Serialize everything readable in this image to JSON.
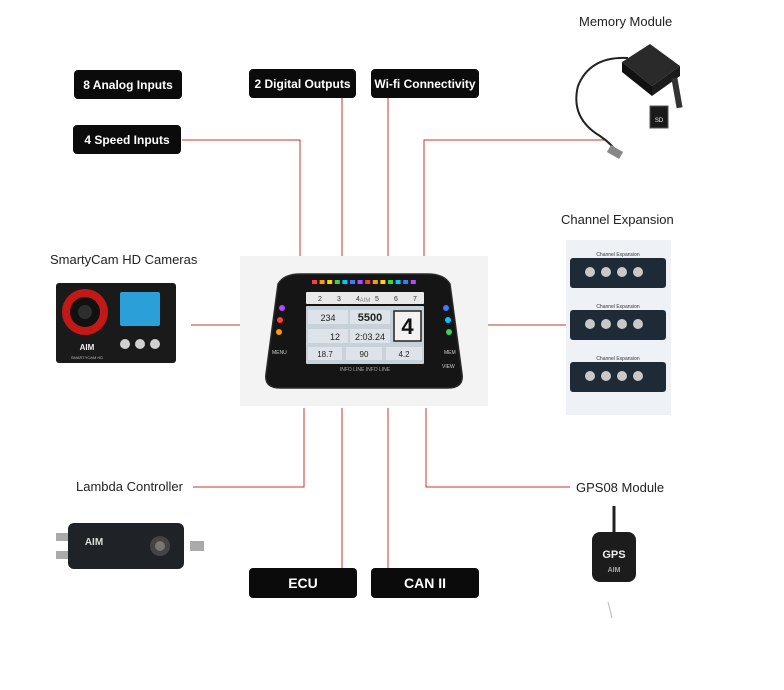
{
  "pills": {
    "analog": "8 Analog Inputs",
    "speed": "4 Speed Inputs",
    "digital": "2 Digital Outputs",
    "wifi": "Wi-fi Connectivity",
    "ecu": "ECU",
    "can": "CAN II"
  },
  "labels": {
    "memory": "Memory Module",
    "expansion": "Channel Expansion",
    "smartycam": "SmartyCam HD Cameras",
    "lambda": "Lambda Controller",
    "gps": "GPS08 Module"
  },
  "display": {
    "gears": [
      "2",
      "3",
      "4",
      "5",
      "6",
      "7"
    ],
    "speed": "234",
    "rpm": "5500",
    "gear": "4",
    "lap": "12",
    "laptime": "2:03.24",
    "v1": "18.7",
    "v2": "90",
    "v3": "4.2",
    "menu": "MENU",
    "mem": "MEM",
    "view": "VIEW",
    "brand": "AIM",
    "info": "INFO LINE INFO LINE"
  },
  "devices": {
    "expansion_label": "Channel Expansion",
    "gps_text": "GPS",
    "brand": "AIM",
    "sd_text": "SD",
    "cam_model": "SMARTYCAM HD"
  },
  "colors": {
    "connector": "#c0392b",
    "pill_bg": "#0b0b0b",
    "leds": [
      "#ff3b3b",
      "#ff9a00",
      "#ffd400",
      "#39d353",
      "#00c8ff",
      "#3a7bff",
      "#b04bff"
    ]
  }
}
